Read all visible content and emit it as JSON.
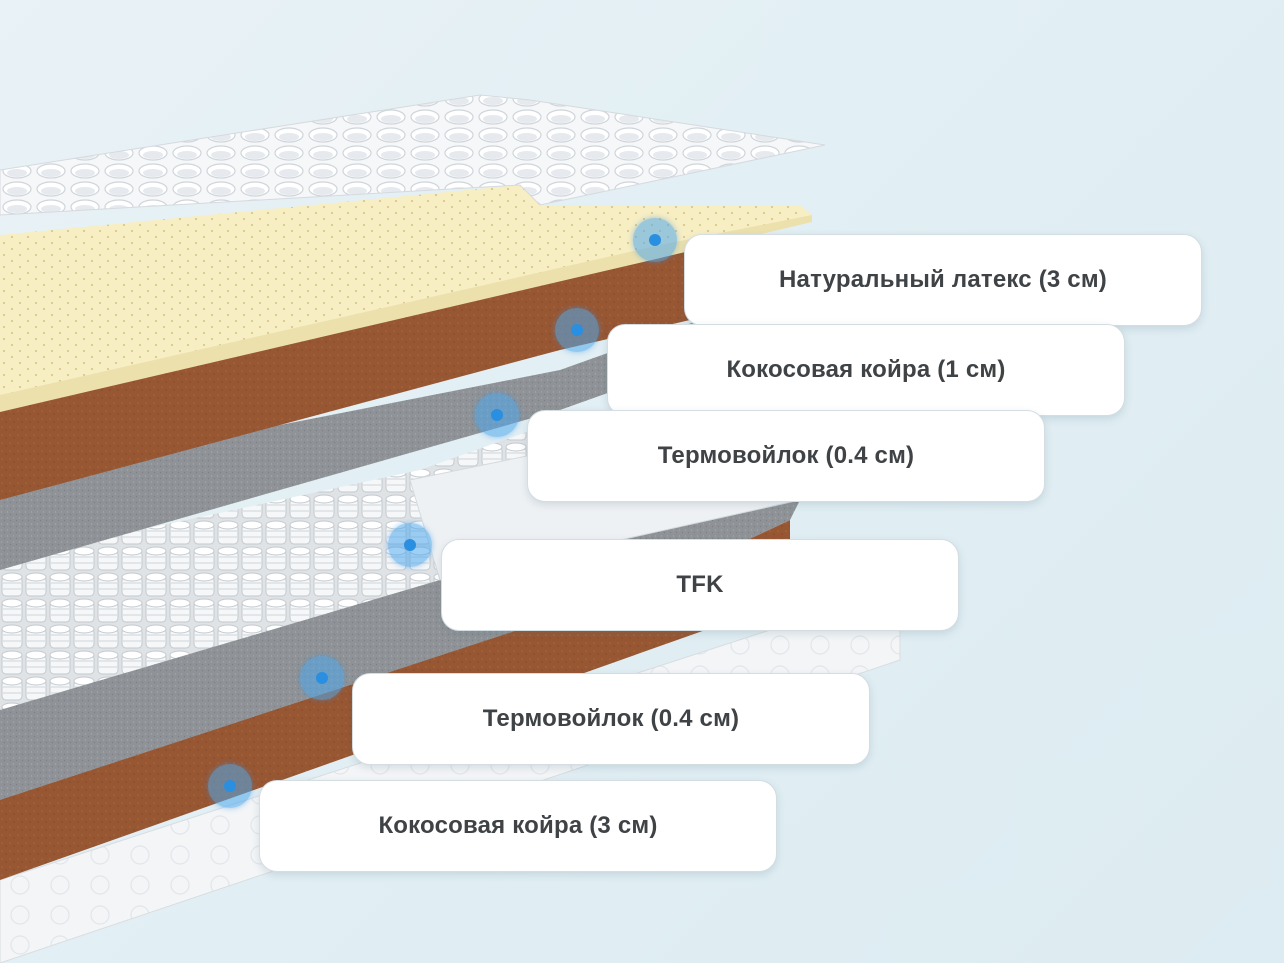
{
  "diagram": {
    "layers": [
      {
        "label": "Натуральный латекс (3 см)"
      },
      {
        "label": "Кокосовая койра (1 см)"
      },
      {
        "label": "Термовойлок (0.4 см)"
      },
      {
        "label": "TFK"
      },
      {
        "label": "Термовойлок (0.4 см)"
      },
      {
        "label": "Кокосовая койра (3 см)"
      }
    ]
  },
  "colors": {
    "background": "#e4f0f5",
    "latex": "#f8efc2",
    "coir": "#9a5a35",
    "felt": "#8e9296",
    "springs": "#f2f4f6",
    "cover": "#f4f6f8",
    "marker": "#4ea8ec"
  }
}
